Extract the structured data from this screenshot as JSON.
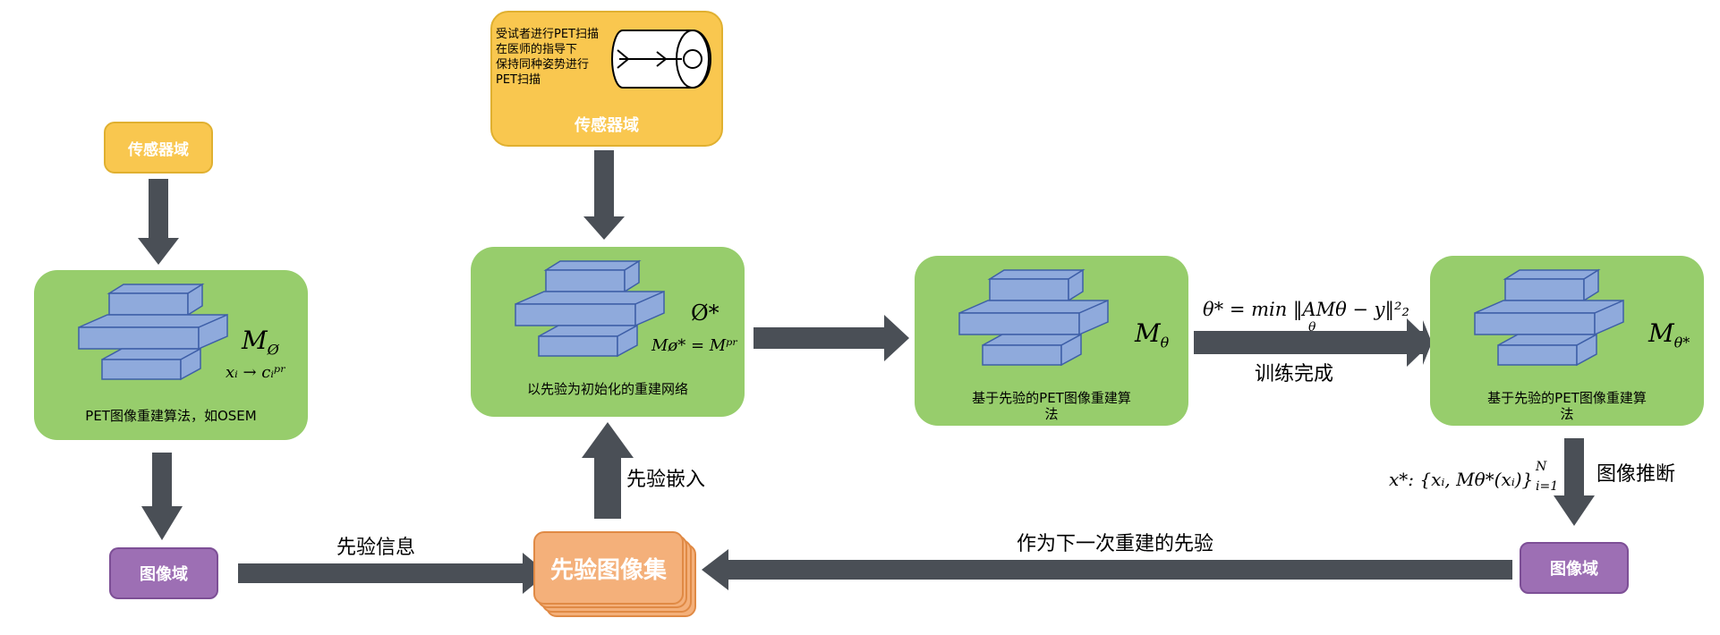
{
  "nodes": {
    "sensor_left": {
      "label": "传感器域"
    },
    "sensor_top": {
      "label": "传感器域",
      "instruction": [
        "受试者进行PET扫描",
        "在医师的指导下",
        "保持同种姿势进行",
        "PET扫描"
      ]
    },
    "net1": {
      "caption": "PET图像重建算法，如OSEM",
      "symbol": "M",
      "symbol_sub": "Ø",
      "formula": "xᵢ → cᵢᵖʳ"
    },
    "net2": {
      "caption": "以先验为初始化的重建网络",
      "symbol": "Ø*",
      "formula": "Mø* = Mᵖʳ"
    },
    "net3": {
      "caption_line1": "基于先验的PET图像重建算",
      "caption_line2": "法",
      "symbol": "M",
      "symbol_sub": "θ"
    },
    "net4": {
      "caption_line1": "基于先验的PET图像重建算",
      "caption_line2": "法",
      "symbol": "M",
      "symbol_sub": "θ*"
    },
    "image_left": {
      "label": "图像域"
    },
    "image_right": {
      "label": "图像域"
    },
    "prior_set": {
      "label": "先验图像集"
    }
  },
  "edges": {
    "prior_info": "先验信息",
    "prior_embed": "先验嵌入",
    "training_done": "训练完成",
    "training_formula": "θ* = min ‖AMθ − y‖²₂",
    "training_formula_sub": "θ",
    "image_inference": "图像推断",
    "inference_formula": "x*: {xᵢ, Mθ*(xᵢ)}",
    "inference_formula_sup": "N",
    "inference_formula_sub": "i=1",
    "as_next_prior": "作为下一次重建的先验"
  },
  "colors": {
    "arrow": "#4a4f56",
    "green": "#97cd6c",
    "yellow": "#f9c74f",
    "purple": "#9d6fb4",
    "orange": "#f4b07a",
    "layer": "#8faadc"
  }
}
